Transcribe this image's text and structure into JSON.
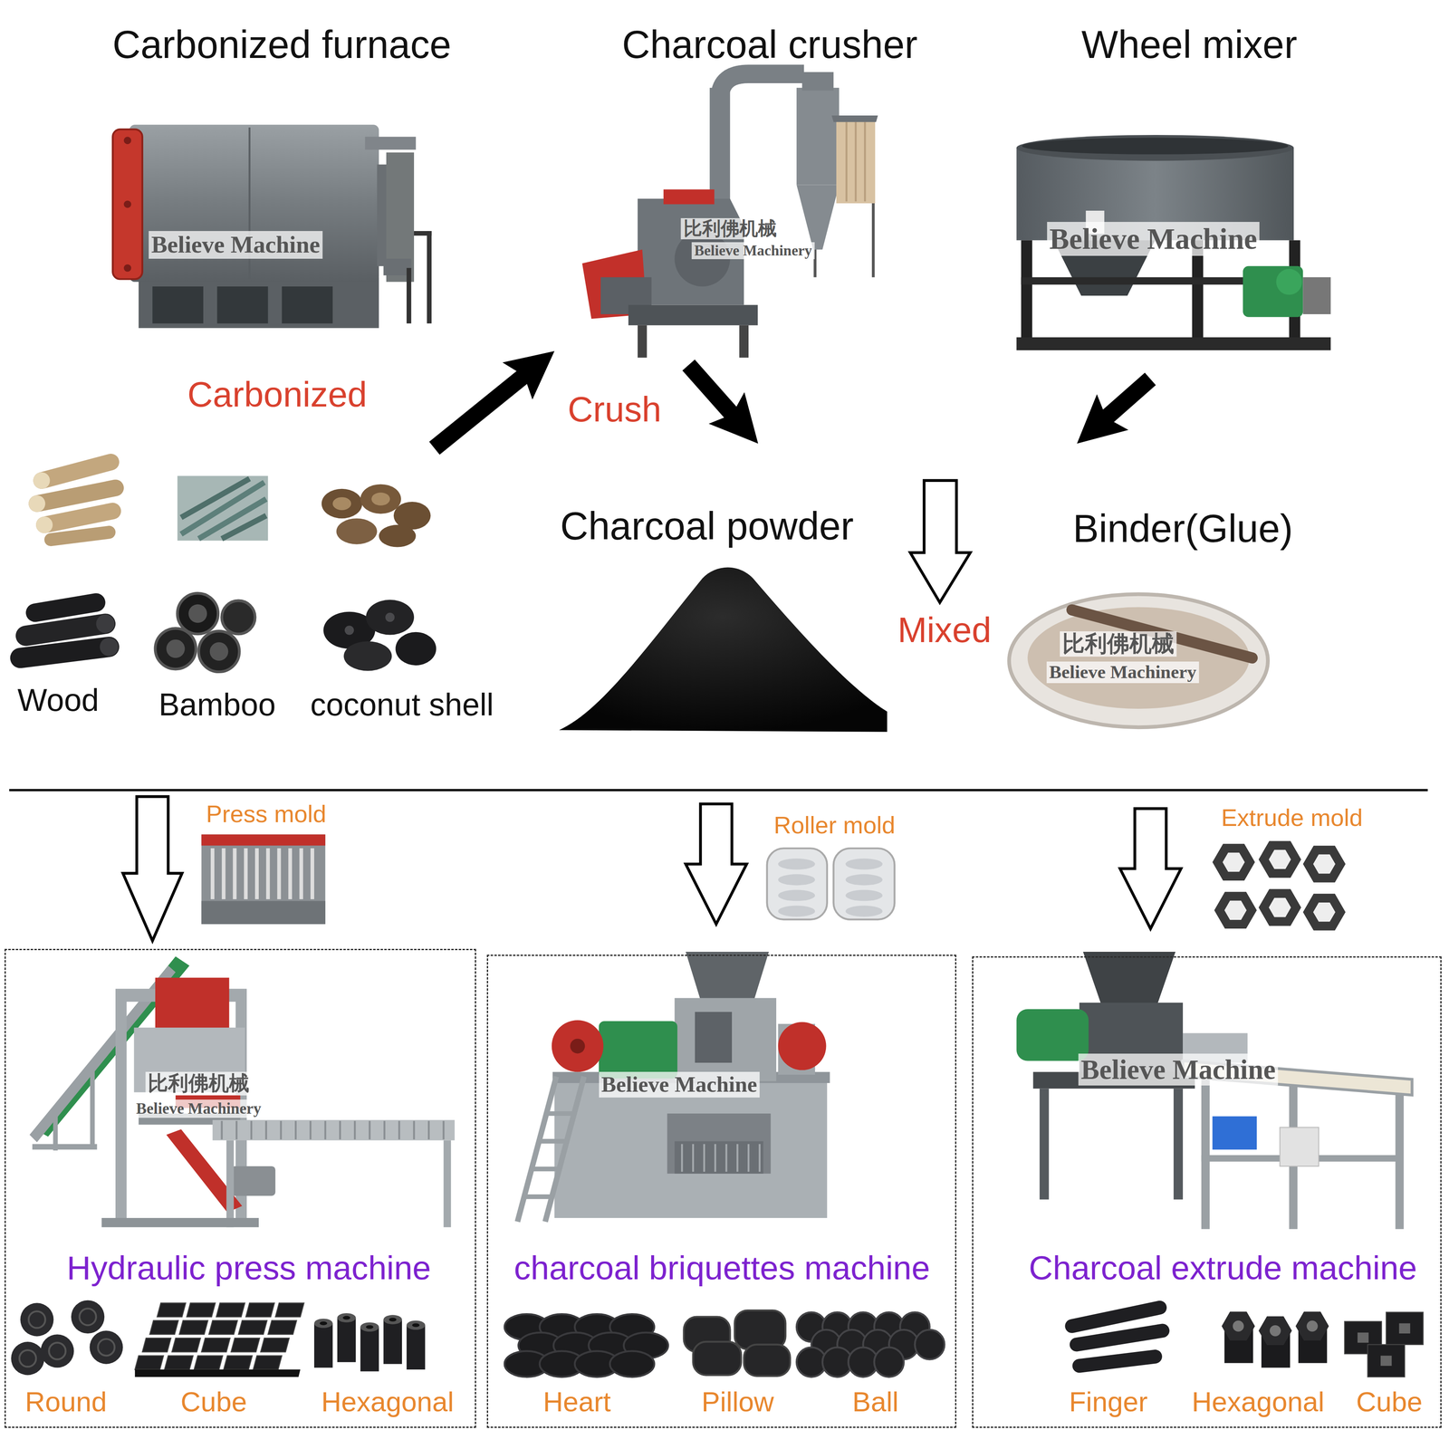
{
  "diagram": {
    "nodes": [
      {
        "text": [
          "Carbonized furnace"
        ]
      },
      {
        "text": [
          "Charcoal crusher"
        ]
      },
      {
        "text": [
          "Wheel mixer"
        ]
      },
      {
        "text": [
          "Wood",
          "Bamboo",
          "coconut shell"
        ]
      },
      {
        "text": [
          "Charcoal powder"
        ]
      },
      {
        "text": [
          "Binder(Glue)"
        ]
      },
      {
        "text": [
          "Hydraulic press machine",
          "Round",
          "Cube",
          "Hexagonal"
        ]
      },
      {
        "text": [
          "charcoal briquettes machine",
          "Heart",
          "Pillow",
          "Ball"
        ]
      },
      {
        "text": [
          "Charcoal extrude machine",
          "Finger",
          "Hexagonal",
          "Cube"
        ]
      }
    ],
    "edges": [
      {
        "from": 3,
        "to": 1,
        "label": "Carbonized",
        "arrow": "to"
      },
      {
        "from": 1,
        "to": 4,
        "label": "Crush",
        "arrow": "to"
      },
      {
        "from": 2,
        "to": 5,
        "arrow": "to"
      }
    ],
    "labels": [
      "Mixed",
      "Press mold",
      "Roller mold",
      "Extrude mold",
      "Believe Machine",
      "比利佛机械",
      "Believe Machinery",
      "Believe Machine",
      "比利佛机械",
      "Believe Machinery",
      "比利佛机械",
      "Believe Machinery",
      "Believe Machine",
      "Believe Machine"
    ]
  }
}
